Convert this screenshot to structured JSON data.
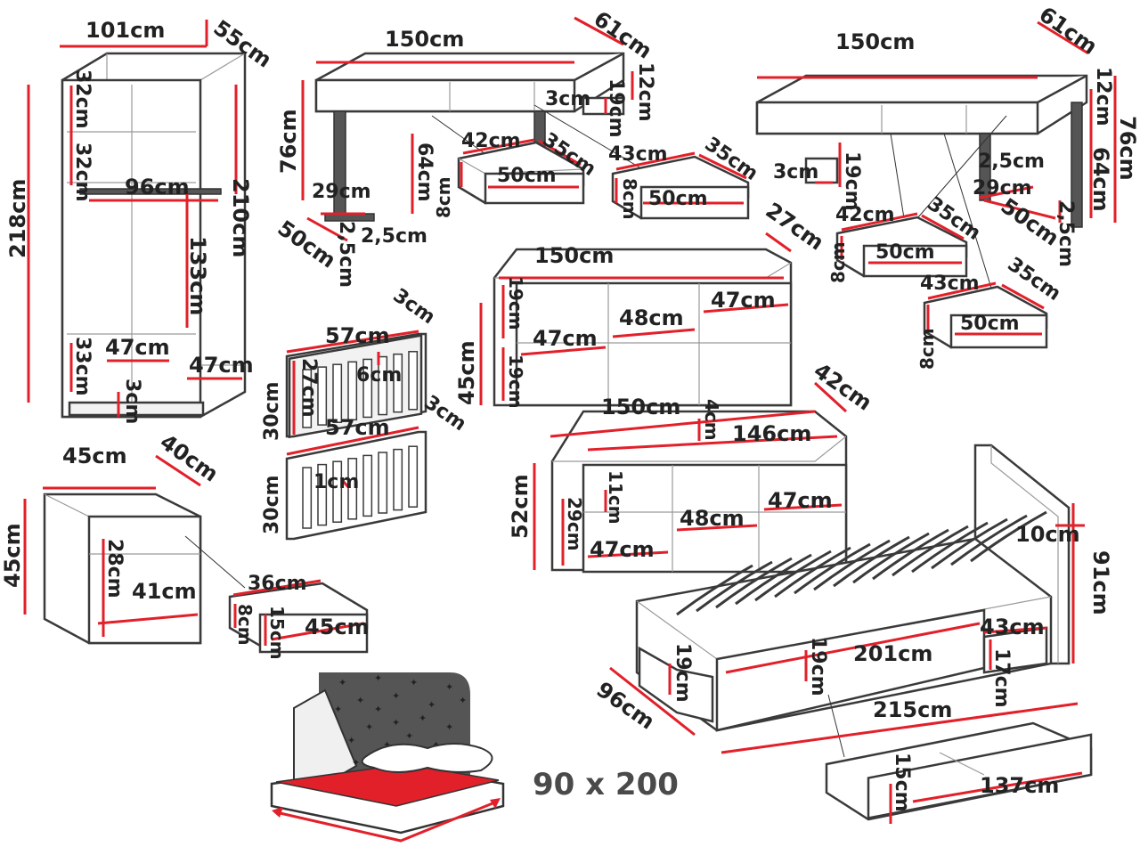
{
  "colors": {
    "dimension_line": "#e2202a",
    "outline": "#3a3a3a",
    "text": "#222222",
    "mattress": "#e2202a",
    "night_sky": "#555555"
  },
  "wardrobe": {
    "width": "101cm",
    "depth": "55cm",
    "height": "218cm",
    "inner_height": "210cm",
    "top_shelf": "32cm",
    "second_shelf": "32cm",
    "rail_width": "96cm",
    "hanging_height": "133cm",
    "bottom_shelf": "33cm",
    "shelf_width_left": "47cm",
    "shelf_width_right": "47cm",
    "plinth": "3cm"
  },
  "desk_left": {
    "width": "150cm",
    "depth": "61cm",
    "height": "76cm",
    "leg_height": "64cm",
    "leg_depth": "29cm",
    "leg_width": "2,5cm",
    "leg_width_2": "2,5cm",
    "frame_depth": "50cm",
    "top_thickness": "3cm",
    "shelf_gap": "19cm",
    "back_height": "12cm",
    "drawer1": {
      "width": "42cm",
      "depth": "35cm",
      "height": "8cm",
      "inner": "50cm"
    },
    "drawer2": {
      "width": "43cm",
      "depth": "35cm",
      "height": "8cm",
      "inner": "50cm"
    }
  },
  "desk_right": {
    "width": "150cm",
    "depth": "61cm",
    "height": "76cm",
    "leg_height": "64cm",
    "back_height": "12cm",
    "top_thickness": "3cm",
    "shelf_gap": "19cm",
    "leg_width": "2,5cm",
    "leg_width_2": "2,5cm",
    "leg_depth": "29cm",
    "frame_depth": "50cm",
    "drawer1": {
      "width": "42cm",
      "depth": "35cm",
      "height": "8cm",
      "inner": "50cm"
    },
    "drawer2": {
      "width": "43cm",
      "depth": "35cm",
      "height": "8cm",
      "inner": "50cm"
    }
  },
  "panel_top": {
    "width": "57cm",
    "depth": "3cm",
    "height": "30cm",
    "inner_height": "27cm",
    "slat_gap": "6cm"
  },
  "panel_bottom": {
    "width": "57cm",
    "depth": "3cm",
    "height": "30cm",
    "slat": "1cm"
  },
  "shelf_unit": {
    "width": "150cm",
    "depth": "27cm",
    "height": "45cm",
    "top_gap": "19cm",
    "bottom_gap": "19cm",
    "cell_top_right": "47cm",
    "cell_mid": "48cm",
    "cell_left": "47cm"
  },
  "sideboard": {
    "width": "150cm",
    "depth": "42cm",
    "height": "52cm",
    "inner_width": "146cm",
    "top": "4cm",
    "shelf": "11cm",
    "lower": "29cm",
    "cell_left": "47cm",
    "cell_mid": "48cm",
    "cell_right": "47cm"
  },
  "nightstand": {
    "width": "45cm",
    "depth": "40cm",
    "height": "45cm",
    "inner_height": "28cm",
    "inner_width": "41cm",
    "drawer": {
      "width": "36cm",
      "height": "8cm",
      "inner_height": "15cm",
      "inner_depth": "45cm"
    }
  },
  "bed": {
    "length": "215cm",
    "inner_length": "201cm",
    "width": "96cm",
    "headboard": "91cm",
    "headboard_depth": "10cm",
    "side_height": "19cm",
    "frame_height": "19cm",
    "storage_width": "43cm",
    "storage_height": "17cm",
    "drawer": {
      "length": "137cm",
      "height": "15cm"
    }
  },
  "mattress_size": "90 x 200"
}
